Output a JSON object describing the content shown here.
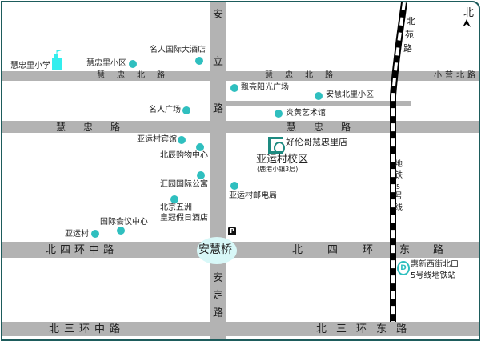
{
  "colors": {
    "road": "#b3b3b3",
    "poi": "#2fbfbf",
    "border": "#1d5c5c",
    "bridge": "#d8f8f8",
    "school": "#33eeee"
  },
  "north": "北",
  "roads": {
    "anli": [
      "安",
      "立",
      "路"
    ],
    "anding": [
      "安",
      "定",
      "路"
    ],
    "huizhong_north": [
      "慧",
      "忠",
      "北",
      "路"
    ],
    "xiaoying_north": [
      "小",
      "营",
      "北",
      "路"
    ],
    "huizhong_left": [
      "慧",
      "忠",
      "路"
    ],
    "huizhong_right": [
      "慧",
      "忠",
      "路"
    ],
    "n4_middle": [
      "北",
      "四",
      "环",
      "中",
      "路"
    ],
    "n4_east": [
      "北",
      "四",
      "环",
      "东",
      "路"
    ],
    "n3_middle": [
      "北",
      "三",
      "环",
      "中",
      "路"
    ],
    "n3_east": [
      "北",
      "三",
      "环",
      "东",
      "路"
    ],
    "beiyuan": [
      "北",
      "苑",
      "路"
    ],
    "subway5": [
      "地",
      "铁",
      "5",
      "号",
      "线"
    ]
  },
  "pois": {
    "mingren_hotel": "名人国际大酒店",
    "huizhongli_xiaoqu": "慧忠里小区",
    "huizhongli_school": "慧忠里小学",
    "piaoliang": "飘亮阳光广场",
    "anhui_beili": "安慧北里小区",
    "yanhuang": "炎黄艺术馆",
    "mingren_square": "名人广场",
    "yayuncun_hotel": "亚运村宾馆",
    "beichen": "北辰购物中心",
    "huiyuan": "汇园国际公寓",
    "post_office": "亚运村邮电局",
    "crowne_1": "北京五洲",
    "crowne_2": "皇冠假日酒店",
    "convention": "国际会议中心",
    "yayuncun": "亚运村",
    "parking": "P",
    "bridge": "安慧桥",
    "metro_1": "惠新西街北口",
    "metro_2": "5号线地铁站",
    "metro_icon": "D"
  },
  "store": {
    "name": "好伦哥慧忠里店",
    "campus": "亚运村校区",
    "note": "(鹿港小镇3层)"
  }
}
